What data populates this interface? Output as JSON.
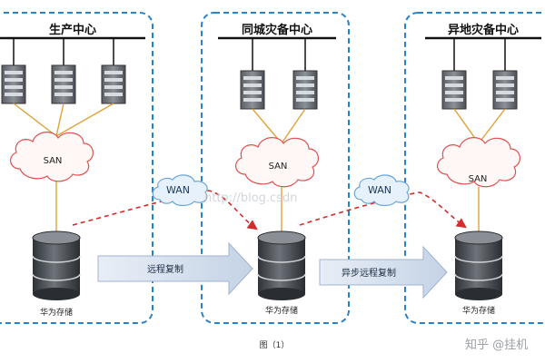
{
  "diagram": {
    "datacenters": [
      {
        "title": "生产中心",
        "storage_label": "华为存储",
        "san_label": "SAN"
      },
      {
        "title": "同城灾备中心",
        "storage_label": "华为存储",
        "san_label": "SAN"
      },
      {
        "title": "异地灾备中心",
        "storage_label": "华为存储",
        "san_label": "SAN"
      }
    ],
    "wan_labels": [
      "WAN",
      "WAN"
    ],
    "replication_labels": [
      "远程复制",
      "异步远程复制"
    ],
    "figure_caption": "图（1）",
    "watermark": "http://blog.csdn",
    "brand": "知乎 @挂机"
  }
}
